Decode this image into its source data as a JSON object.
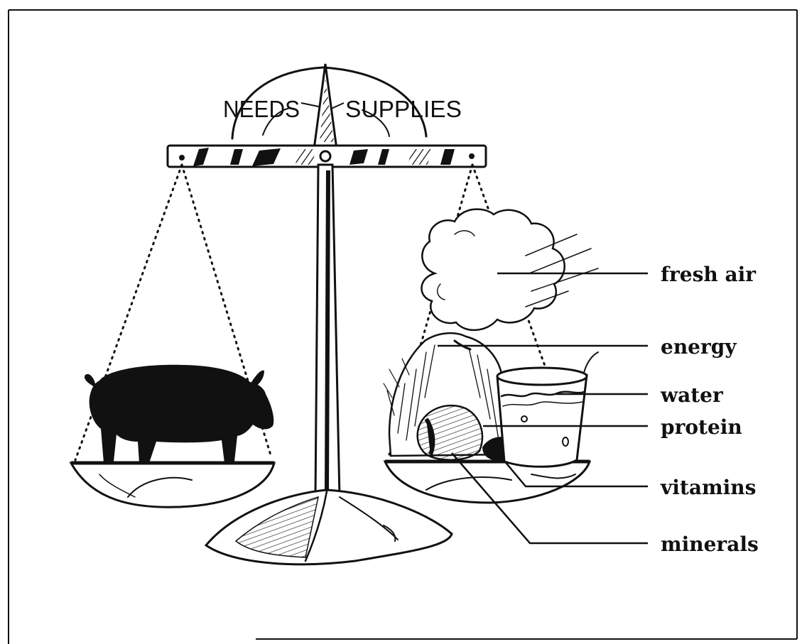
{
  "scale": {
    "needs_label": "NEEDS",
    "supplies_label": "SUPPLIES"
  },
  "labels": {
    "fresh_air": "fresh air",
    "energy": "energy",
    "water": "water",
    "protein": "protein",
    "vitamins": "vitamins",
    "minerals": "minerals"
  },
  "colors": {
    "ink": "#111111",
    "paper": "#ffffff"
  }
}
